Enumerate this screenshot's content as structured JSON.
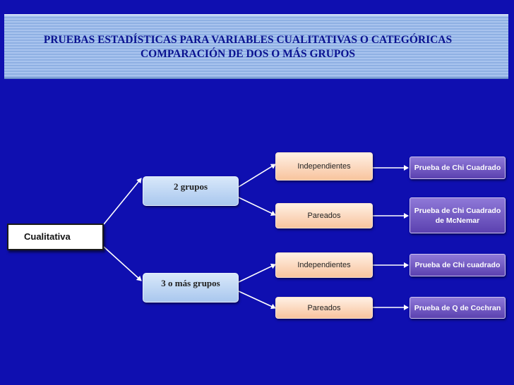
{
  "header": {
    "title_line1": "PRUEBAS ESTADÍSTICAS PARA VARIABLES CUALITATIVAS O CATEGÓRICAS",
    "title_line2": "COMPARACIÓN DE DOS O MÁS GRUPOS"
  },
  "diagram": {
    "root": "Cualitativa",
    "groups": [
      {
        "label": "2 grupos",
        "branches": [
          {
            "type": "Independientes",
            "test": "Prueba de Chi Cuadrado"
          },
          {
            "type": "Pareados",
            "test_line1": "Prueba de Chi Cuadrado",
            "test_line2": "de McNemar"
          }
        ]
      },
      {
        "label": "3 o más grupos",
        "branches": [
          {
            "type": "Independientes",
            "test": "Prueba de Chi cuadrado"
          },
          {
            "type": "Pareados",
            "test": "Prueba de Q de Cochran"
          }
        ]
      }
    ]
  },
  "colors": {
    "background": "#0f0fb0",
    "title_text": "#0a1290",
    "connector": "#ffffff",
    "test_box": "#6a50c0",
    "type_box": "#f8c49e",
    "group_box": "#a9c7ee"
  }
}
